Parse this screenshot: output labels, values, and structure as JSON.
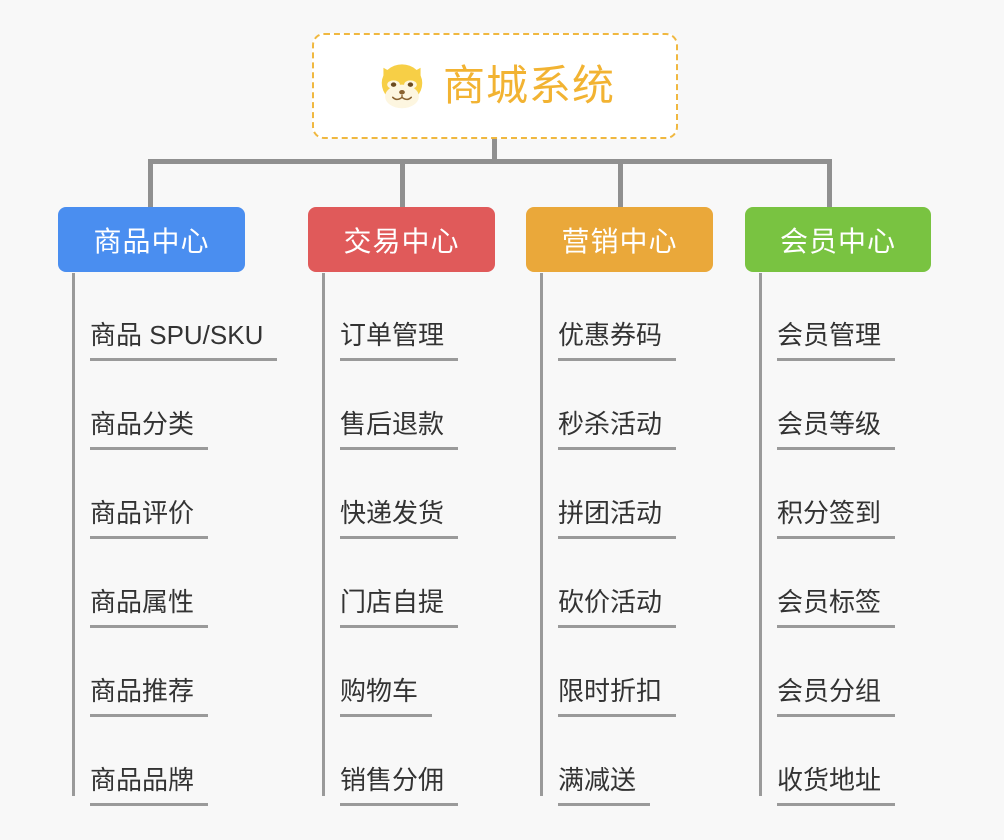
{
  "page": {
    "background_color": "#f8f8f8",
    "title": "商城系统"
  },
  "root": {
    "title": "商城系统",
    "icon": "shiba-dog-face-icon",
    "border_color": "#f0b840",
    "text_color": "#f2b332",
    "background_color": "#ffffff"
  },
  "connector": {
    "color": "#909090"
  },
  "branches": [
    {
      "title": "商品中心",
      "color": "#4a8ef0",
      "items": [
        "商品 SPU/SKU",
        "商品分类",
        "商品评价",
        "商品属性",
        "商品推荐",
        "商品品牌"
      ]
    },
    {
      "title": "交易中心",
      "color": "#e05a5a",
      "items": [
        "订单管理",
        "售后退款",
        "快递发货",
        "门店自提",
        "购物车",
        "销售分佣"
      ]
    },
    {
      "title": "营销中心",
      "color": "#eaa83a",
      "items": [
        "优惠券码",
        "秒杀活动",
        "拼团活动",
        "砍价活动",
        "限时折扣",
        "满减送"
      ]
    },
    {
      "title": "会员中心",
      "color": "#79c341",
      "items": [
        "会员管理",
        "会员等级",
        "积分签到",
        "会员标签",
        "会员分组",
        "收货地址"
      ]
    }
  ]
}
